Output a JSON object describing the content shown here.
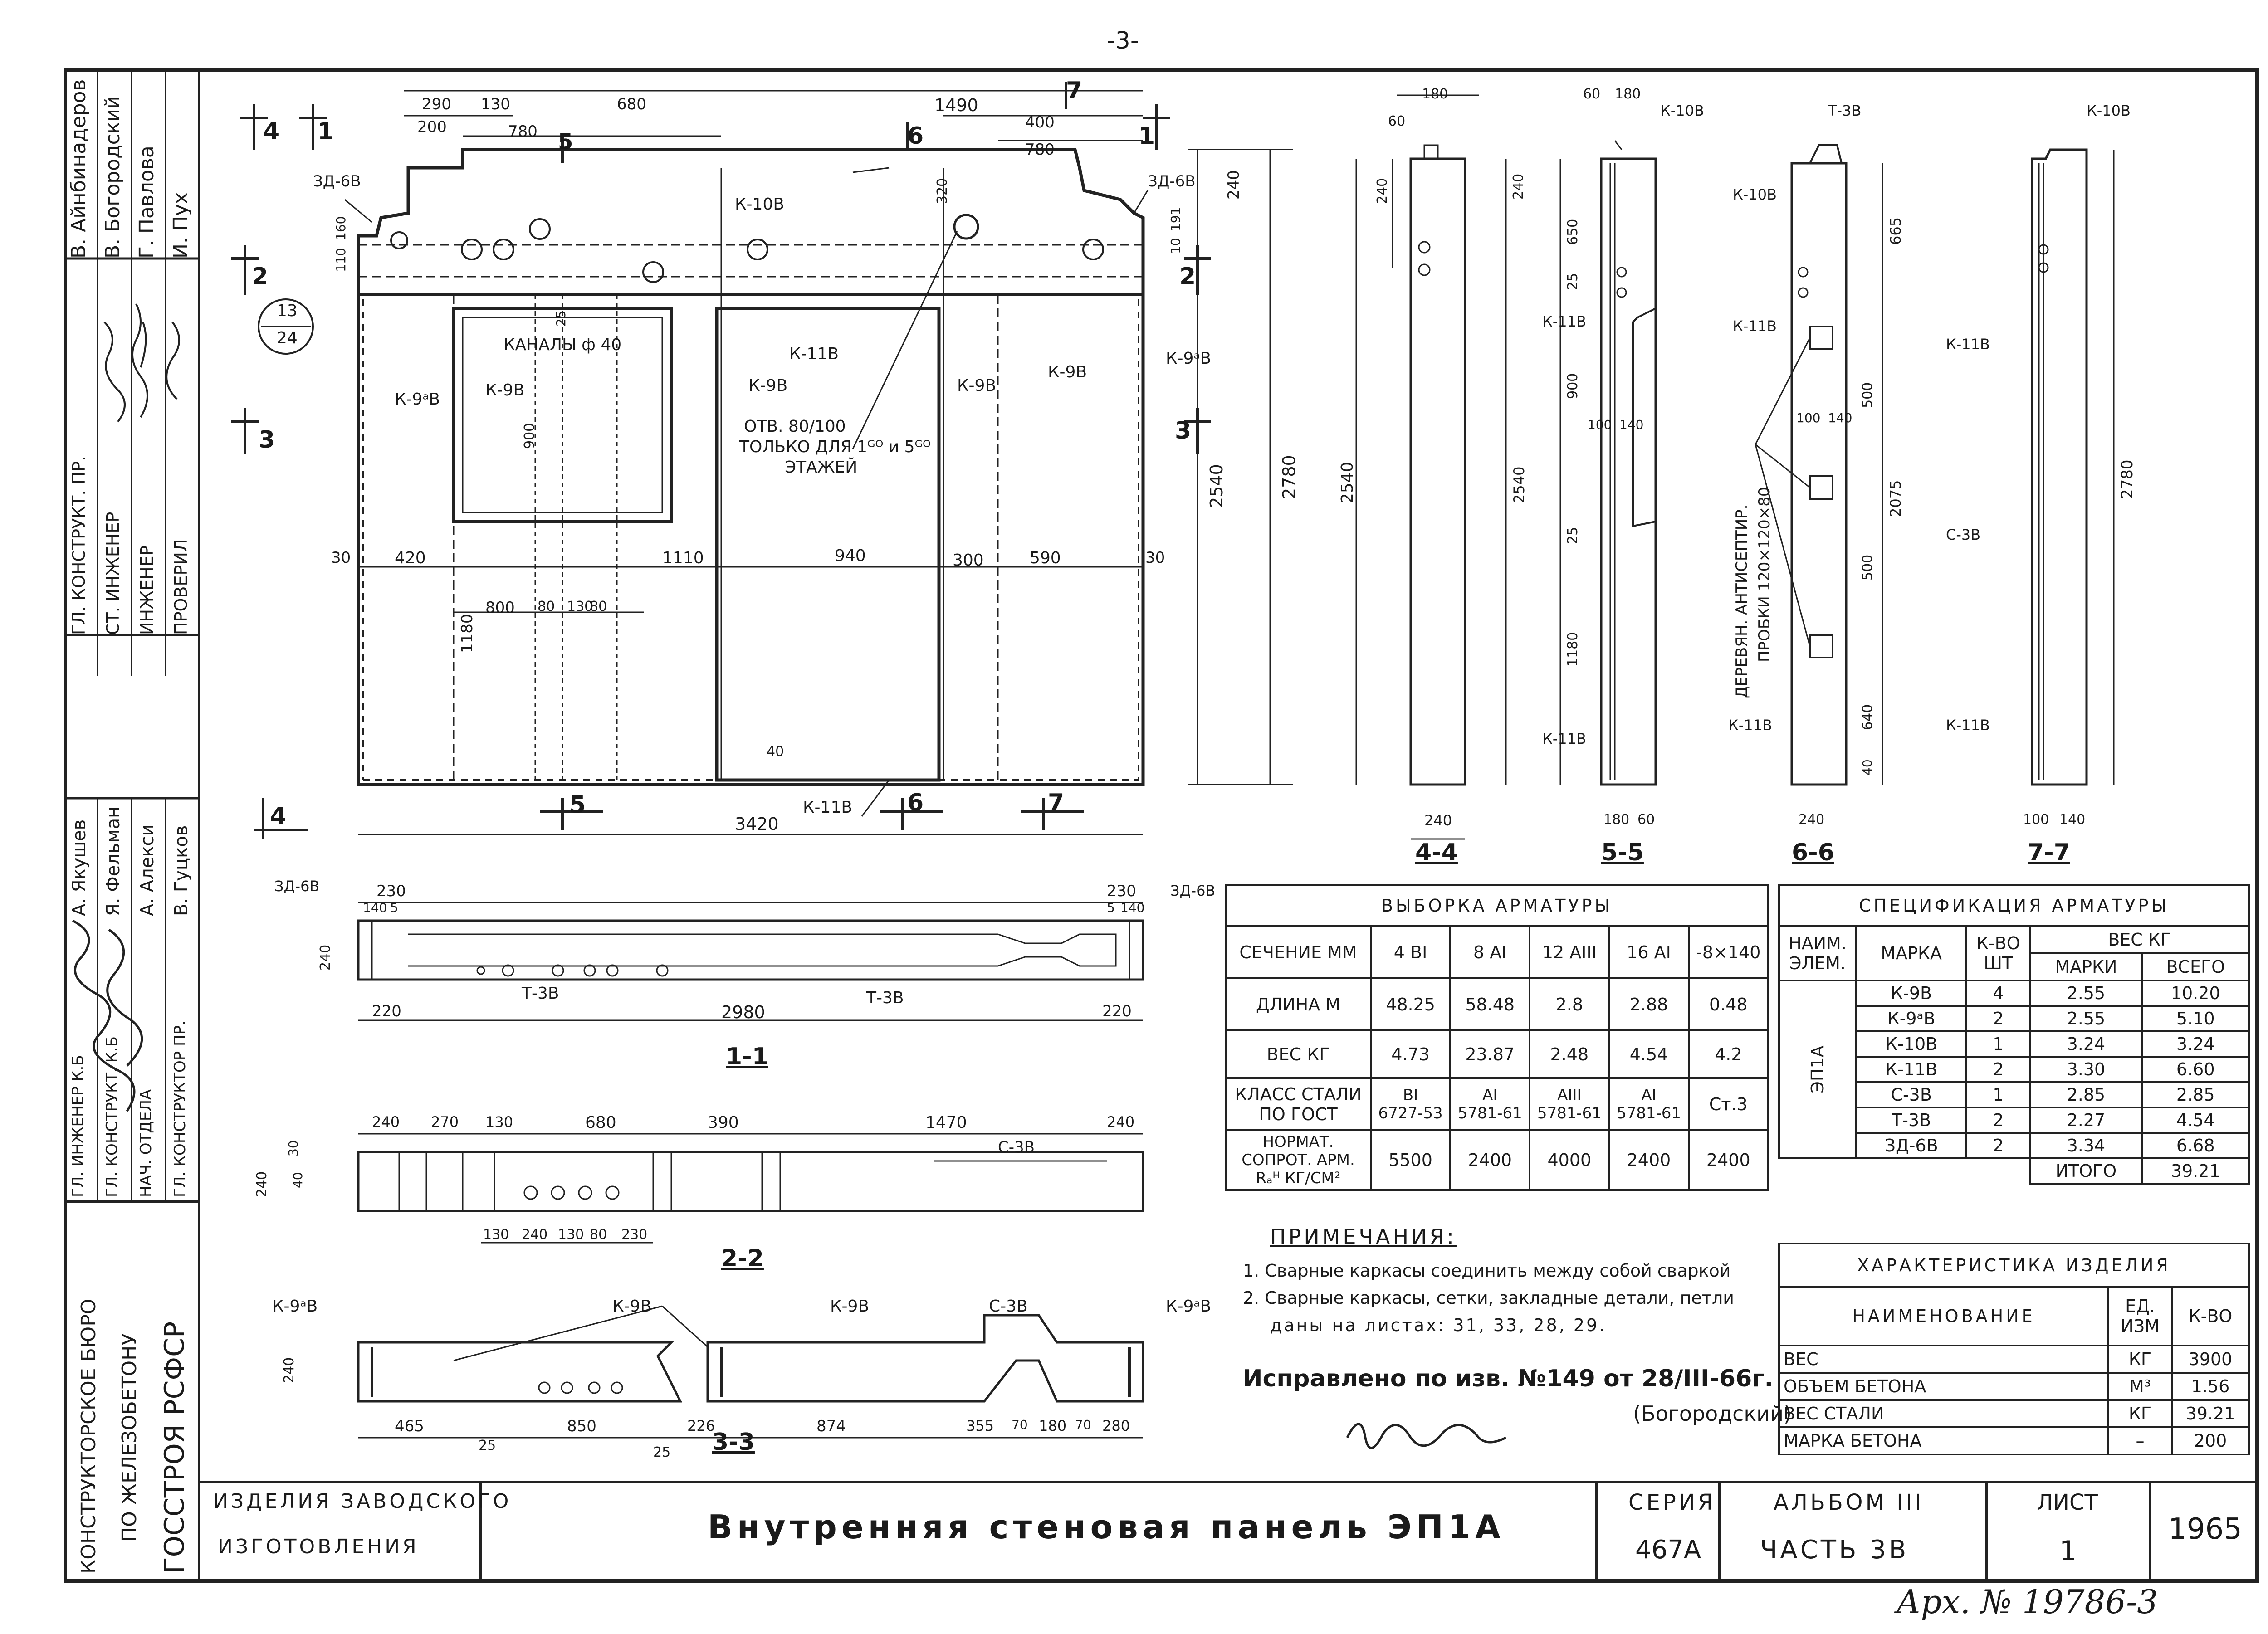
{
  "page_number": "-3-",
  "archive_number": "Арх. № 19786-3",
  "stamp_left": {
    "names_top": [
      "В. Айнбинадеров",
      "В. Богородский",
      "Г. Павлова",
      "И. Пух"
    ],
    "roles_top": [
      "ГЛ. КОНСТРУКТ. ПР.",
      "СТ. ИНЖЕНЕР",
      "ИНЖЕНЕР",
      "ПРОВЕРИЛ"
    ],
    "names_bottom": [
      "А. Якушев",
      "Я. Фельман",
      "А. Алекси",
      "В. Гуцков"
    ],
    "roles_bottom": [
      "ГЛ. ИНЖЕНЕР К.Б",
      "ГЛ. КОНСТРУКТ. К.Б",
      "НАЧ. ОТДЕЛА",
      "ГЛ. КОНСТРУКТОР ПР."
    ],
    "org": [
      "КОНСТРУКТОРСКОЕ БЮРО",
      "ПО ЖЕЛЕЗОБЕТОНУ",
      "ГОССТРОЯ РСФСР"
    ]
  },
  "main_drawing": {
    "section_markers": [
      "4",
      "1",
      "5",
      "6",
      "7",
      "1",
      "2",
      "2",
      "3",
      "3",
      "4",
      "5",
      "6",
      "7"
    ],
    "top_dims": [
      "290",
      "130",
      "680",
      "1490",
      "200",
      "780",
      "400",
      "780"
    ],
    "right_dims": [
      "240",
      "2780",
      "2540"
    ],
    "bottom_dims": [
      "3420"
    ],
    "mid_dims": [
      "30",
      "420",
      "1110",
      "940",
      "300",
      "590",
      "30",
      "800",
      "80",
      "130",
      "80",
      "1180",
      "40"
    ],
    "labels": {
      "zd_left": "ЗД-6В",
      "zd_right": "ЗД-6В",
      "k10": "К-10В",
      "k11_top": "К-11В",
      "k11_bottom": "К-11В",
      "k9a_left": "К-9ᵃВ",
      "k9a_right": "К-9ᵃВ",
      "k9_1": "К-9В",
      "k9_2": "К-9В",
      "k9_3": "К-9В",
      "k9_4": "К-9В",
      "canals": "КАНАЛЫ ф 40",
      "hole_note": "ОТВ. 80/100",
      "hole_note2": "ТОЛЬКО ДЛЯ 1ᴳᴼ и 5ᴳᴼ",
      "hole_note3": "ЭТАЖЕЙ",
      "circle_ref_top": "13",
      "circle_ref_bottom": "24",
      "dim_320": "320",
      "dim_110": "110",
      "dim_160": "160",
      "dim_900": "900",
      "dim_25": "25",
      "dim_191": "191",
      "dim_10": "10"
    }
  },
  "sections": {
    "s44": {
      "title": "4-4",
      "dims": [
        "180",
        "60",
        "240",
        "2540",
        "240"
      ]
    },
    "s55": {
      "title": "5-5",
      "dims": [
        "60",
        "180",
        "240",
        "650",
        "25",
        "900",
        "25",
        "1180",
        "100",
        "140",
        "2540",
        "180",
        "60"
      ],
      "labels": [
        "К-10В",
        "К-11В",
        "К-11В"
      ]
    },
    "s66": {
      "title": "6-6",
      "dims": [
        "665",
        "500",
        "100",
        "140",
        "2075",
        "500",
        "640",
        "40",
        "240"
      ],
      "labels": [
        "Т-3В",
        "К-10В",
        "К-11В",
        "К-11В",
        "ДЕРЕВЯН. АНТИСЕПТИР.",
        "ПРОБКИ 120×120×80"
      ]
    },
    "s77": {
      "title": "7-7",
      "dims": [
        "2780",
        "100",
        "140"
      ],
      "labels": [
        "К-10В",
        "К-11В",
        "С-3В",
        "К-11В"
      ]
    },
    "s11": {
      "title": "1-1",
      "dims": [
        "230",
        "230",
        "140",
        "5",
        "5",
        "140",
        "240",
        "220",
        "2980",
        "220"
      ],
      "labels": [
        "ЗД-6В",
        "ЗД-6В",
        "Т-3В",
        "Т-3В"
      ]
    },
    "s22": {
      "title": "2-2",
      "dims": [
        "240",
        "270",
        "130",
        "680",
        "390",
        "1470",
        "240",
        "30",
        "240",
        "40",
        "130",
        "240",
        "130",
        "80",
        "230"
      ],
      "labels": [
        "С-3В"
      ]
    },
    "s33": {
      "title": "3-3",
      "dims": [
        "240",
        "465",
        "850",
        "226",
        "874",
        "355",
        "70",
        "180",
        "70",
        "280",
        "25",
        "25"
      ],
      "labels": [
        "К-9ᵃВ",
        "К-9В",
        "К-9В",
        "С-3В",
        "К-9ᵃВ"
      ]
    }
  },
  "vyborka": {
    "title": "ВЫБОРКА АРМАТУРЫ",
    "row_heads": [
      "СЕЧЕНИЕ ММ",
      "ДЛИНА М",
      "ВЕС КГ",
      "КЛАСС СТАЛИ ПО ГОСТ",
      "НОРМАТ. СОПРОТ. АРМ. Rₐᴴ КГ/СМ²"
    ],
    "cols": [
      {
        "sechenie": "4 ВI",
        "dlina": "48.25",
        "ves": "4.73",
        "klass": "ВI",
        "gost": "6727-53",
        "sopr": "5500"
      },
      {
        "sechenie": "8 АI",
        "dlina": "58.48",
        "ves": "23.87",
        "klass": "АI",
        "gost": "5781-61",
        "sopr": "2400"
      },
      {
        "sechenie": "12 АIII",
        "dlina": "2.8",
        "ves": "2.48",
        "klass": "АIII",
        "gost": "5781-61",
        "sopr": "4000"
      },
      {
        "sechenie": "16 АI",
        "dlina": "2.88",
        "ves": "4.54",
        "klass": "АI",
        "gost": "5781-61",
        "sopr": "2400"
      },
      {
        "sechenie": "-8×140",
        "dlina": "0.48",
        "ves": "4.2",
        "klass": "Ст.3",
        "gost": "",
        "sopr": "2400"
      }
    ]
  },
  "specifikaciya": {
    "title": "СПЕЦИФИКАЦИЯ АРМАТУРЫ",
    "head": {
      "naim": "НАИМ. ЭЛЕМ.",
      "marka": "МАРКА",
      "kvo": "К-ВО ШТ",
      "ves": "ВЕС КГ",
      "marki": "МАРКИ",
      "vsego": "ВСЕГО"
    },
    "element": "ЭП1А",
    "rows": [
      {
        "marka": "К-9В",
        "kvo": "4",
        "marki": "2.55",
        "vsego": "10.20"
      },
      {
        "marka": "К-9ᵃВ",
        "kvo": "2",
        "marki": "2.55",
        "vsego": "5.10"
      },
      {
        "marka": "К-10В",
        "kvo": "1",
        "marki": "3.24",
        "vsego": "3.24"
      },
      {
        "marka": "К-11В",
        "kvo": "2",
        "marki": "3.30",
        "vsego": "6.60"
      },
      {
        "marka": "С-3В",
        "kvo": "1",
        "marki": "2.85",
        "vsego": "2.85"
      },
      {
        "marka": "Т-3В",
        "kvo": "2",
        "marki": "2.27",
        "vsego": "4.54"
      },
      {
        "marka": "ЗД-6В",
        "kvo": "2",
        "marki": "3.34",
        "vsego": "6.68"
      }
    ],
    "itogo_label": "ИТОГО",
    "itogo_value": "39.21"
  },
  "harakteristika": {
    "title": "ХАРАКТЕРИСТИКА ИЗДЕЛИЯ",
    "head": {
      "naim": "НАИМЕНОВАНИЕ",
      "ed": "ЕД. ИЗМ",
      "kvo": "К-ВО"
    },
    "rows": [
      {
        "name": "ВЕС",
        "ed": "КГ",
        "val": "3900"
      },
      {
        "name": "ОБЪЕМ БЕТОНА",
        "ed": "М³",
        "val": "1.56"
      },
      {
        "name": "ВЕС СТАЛИ",
        "ed": "КГ",
        "val": "39.21"
      },
      {
        "name": "МАРКА БЕТОНА",
        "ed": "–",
        "val": "200"
      }
    ]
  },
  "notes": {
    "title": "ПРИМЕЧАНИЯ:",
    "items": [
      "1. Сварные каркасы соединить между собой сваркой",
      "2. Сварные каркасы, сетки, закладные детали, петли",
      "даны на листах: 31, 33, 28, 29."
    ],
    "correction": "Исправлено по изв. №149 от 28/III-66г.",
    "correction_by": "(Богородский)"
  },
  "title_block": {
    "izdeliya": "ИЗДЕЛИЯ ЗАВОДСКОГО",
    "izgotovleniya": "ИЗГОТОВЛЕНИЯ",
    "name": "Внутренняя стеновая панель ЭП1А",
    "seriya_label": "СЕРИЯ",
    "seriya_value": "467А",
    "album": "АЛЬБОМ III",
    "chast": "ЧАСТЬ 3В",
    "list_label": "ЛИСТ",
    "list_value": "1",
    "year": "1965"
  }
}
